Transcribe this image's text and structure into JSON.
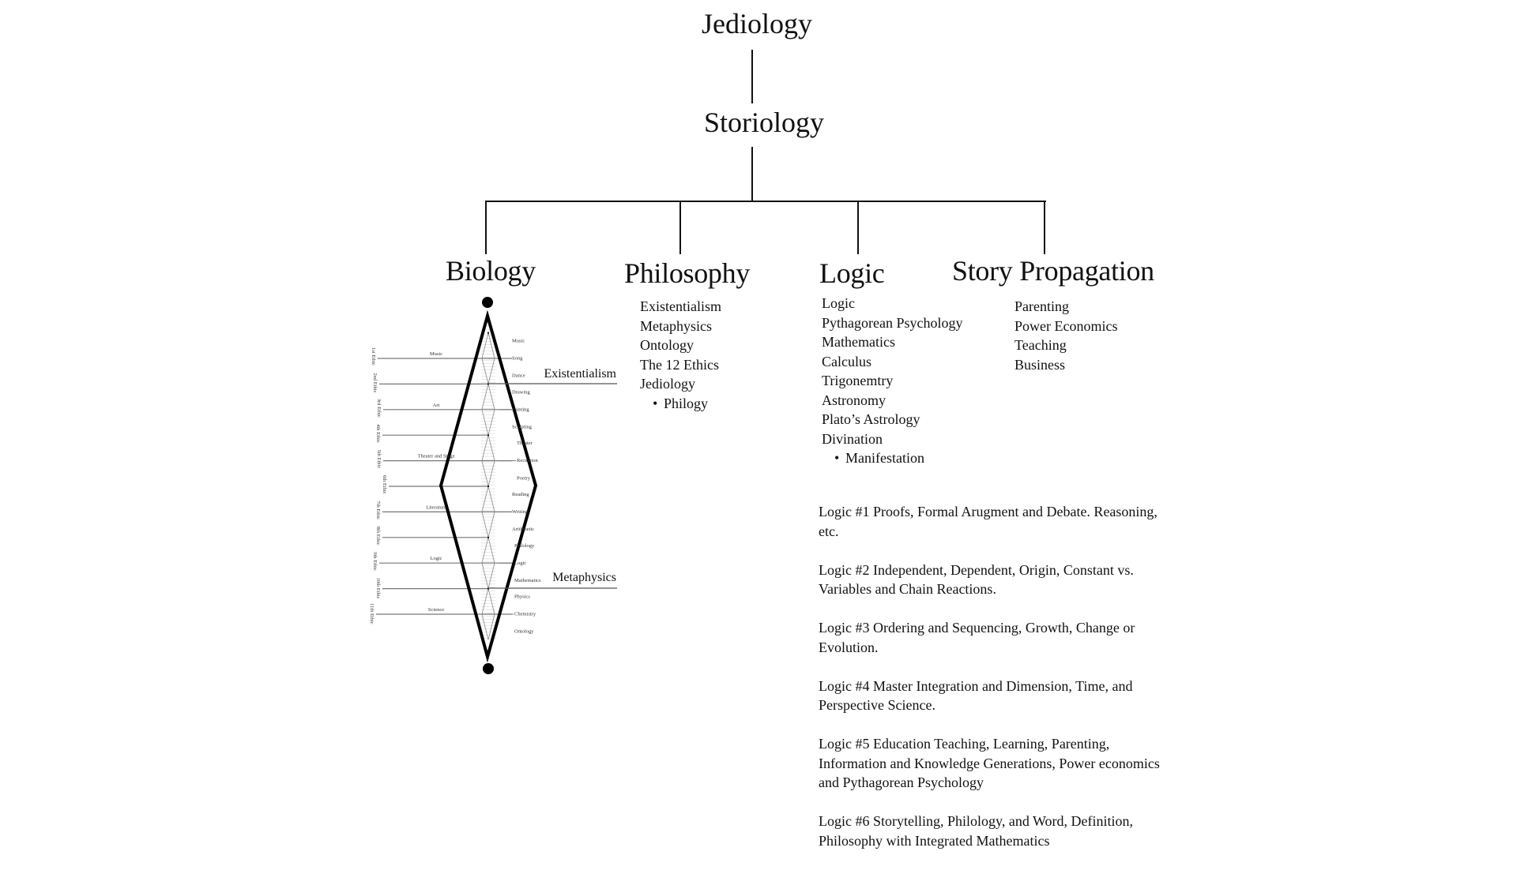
{
  "root": {
    "title": "Jediology"
  },
  "level2": {
    "title": "Storiology"
  },
  "branches": [
    {
      "title": "Biology"
    },
    {
      "title": "Philosophy",
      "items": [
        "Existentialism",
        "Metaphysics",
        "Ontology",
        "The 12 Ethics",
        "Jediology"
      ],
      "subitems": [
        "Philogy"
      ]
    },
    {
      "title": "Logic",
      "items": [
        "Logic",
        "Pythagorean Psychology",
        "Mathematics",
        "Calculus",
        "Trigonemtry",
        "Astronomy",
        "Plato’s Astrology",
        "Divination"
      ],
      "subitems": [
        "Manifestation"
      ]
    },
    {
      "title": "Story Propagation",
      "items": [
        "Parenting",
        "Power Economics",
        "Teaching",
        "Business"
      ]
    }
  ],
  "biology_diagram": {
    "ethics": [
      "1st Ethic",
      "2nd Ethic",
      "3rd Ethic",
      "4th Ethic",
      "5th Ethic",
      "6th Ethic",
      "7th Ethic",
      "8th Ethic",
      "9th Ethic",
      "10th Ethic",
      "11th Ethic"
    ],
    "left_groups": [
      "Music",
      "Art",
      "Theater and Stage",
      "Literature",
      "Logic",
      "Science"
    ],
    "right_items": [
      [
        "Music",
        "Song",
        "Dance"
      ],
      [
        "Drawing",
        "Painting",
        "Sculpting"
      ],
      [
        "Theater",
        "Recitation",
        "Poetry"
      ],
      [
        "Reading",
        "Writing",
        "Arithmetic"
      ],
      [
        "Philology",
        "Logic",
        "Mathematics"
      ],
      [
        "Physics",
        "Chemistry",
        "Ontology"
      ]
    ],
    "side_labels": {
      "upper": "Existentialism",
      "lower": "Metaphysics"
    }
  },
  "logic_descriptions": [
    "Logic #1 Proofs, Formal Arugment and Debate. Reasoning, etc.",
    "Logic #2 Independent, Dependent, Origin, Constant vs. Variables and Chain Reactions.",
    "Logic #3 Ordering and Sequencing, Growth, Change or Evolution.",
    "Logic #4 Master Integration and Dimension, Time, and Perspective Science.",
    "Logic #5 Education Teaching, Learning, Parenting, Information and Knowledge Generations, Power economics and Pythagorean Psychology",
    "Logic #6 Storytelling, Philology, and Word, Definition, Philosophy with Integrated Mathematics"
  ]
}
